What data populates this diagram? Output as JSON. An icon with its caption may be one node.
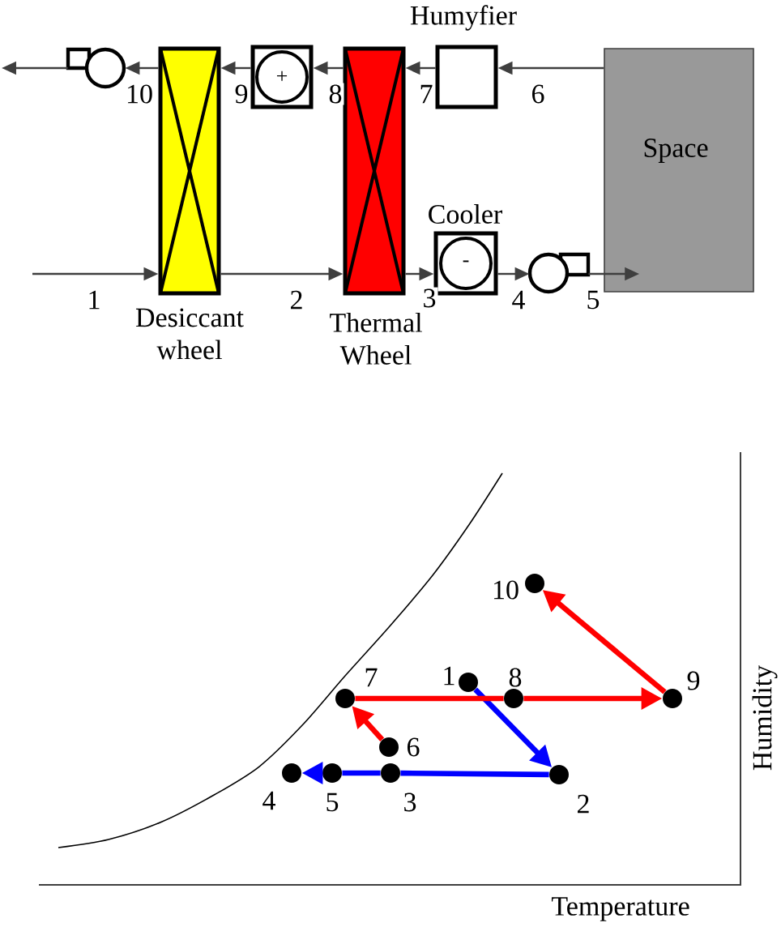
{
  "diagram": {
    "nodes": [
      {
        "text": [],
        "shape": "fan"
      },
      {
        "text": [
          "Desiccant wheel"
        ]
      },
      {
        "text": [
          "+"
        ]
      },
      {
        "text": [
          "Thermal Wheel"
        ]
      },
      {
        "text": [
          "Humyfier"
        ]
      },
      {
        "text": [
          "Space"
        ]
      },
      {
        "text": [
          "Cooler",
          "-"
        ]
      },
      {
        "text": [],
        "shape": "fan"
      },
      {
        "text": [],
        "shape": "circle",
        "beside": [
          "1"
        ]
      },
      {
        "text": [],
        "shape": "circle",
        "beside": [
          "2"
        ]
      },
      {
        "text": [],
        "shape": "circle",
        "beside": [
          "3"
        ]
      },
      {
        "text": [],
        "shape": "circle",
        "beside": [
          "4"
        ]
      },
      {
        "text": [],
        "shape": "circle",
        "beside": [
          "5"
        ]
      },
      {
        "text": [],
        "shape": "circle",
        "beside": [
          "6"
        ]
      },
      {
        "text": [],
        "shape": "circle",
        "beside": [
          "7"
        ]
      },
      {
        "text": [],
        "shape": "circle",
        "beside": [
          "8"
        ]
      },
      {
        "text": [],
        "shape": "circle",
        "beside": [
          "9"
        ]
      },
      {
        "text": [],
        "shape": "circle",
        "beside": [
          "10"
        ]
      }
    ],
    "edges": [
      {
        "from": 5,
        "to": 4,
        "arrow": "to",
        "label": "6"
      },
      {
        "from": 4,
        "to": 3,
        "arrow": "to",
        "label": "7"
      },
      {
        "from": 3,
        "to": 2,
        "arrow": "to",
        "label": "8"
      },
      {
        "from": 2,
        "to": 1,
        "arrow": "to",
        "label": "9"
      },
      {
        "from": 1,
        "to": 0,
        "arrow": "to",
        "label": "10"
      },
      {
        "from": 0,
        "to": null,
        "arrow": "to"
      },
      {
        "from": null,
        "to": 1,
        "arrow": "to",
        "label": "1"
      },
      {
        "from": 1,
        "to": 3,
        "arrow": "to",
        "label": "2"
      },
      {
        "from": 3,
        "to": 6,
        "arrow": "to",
        "label": "3"
      },
      {
        "from": 6,
        "to": 7,
        "arrow": "to",
        "label": "4"
      },
      {
        "from": 7,
        "to": 5,
        "arrow": "to",
        "label": "5"
      },
      {
        "from": 8,
        "to": 9,
        "arrow": "to",
        "style": "thick",
        "color": "#0000ff"
      },
      {
        "from": 9,
        "to": 10,
        "arrow": "none",
        "style": "thick",
        "color": "#0000ff"
      },
      {
        "from": 10,
        "to": 12,
        "arrow": "none",
        "style": "thick",
        "color": "#0000ff"
      },
      {
        "from": 12,
        "to": 11,
        "arrow": "to",
        "style": "thick",
        "color": "#0000ff"
      },
      {
        "from": 13,
        "to": 14,
        "arrow": "to",
        "style": "thick",
        "color": "#ff0000"
      },
      {
        "from": 14,
        "to": 15,
        "arrow": "none",
        "style": "thick",
        "color": "#ff0000"
      },
      {
        "from": 15,
        "to": 16,
        "arrow": "to",
        "style": "thick",
        "color": "#ff0000"
      },
      {
        "from": 16,
        "to": 17,
        "arrow": "to",
        "style": "thick",
        "color": "#ff0000"
      }
    ],
    "labels": [
      "Humidity",
      "Temperature"
    ]
  }
}
